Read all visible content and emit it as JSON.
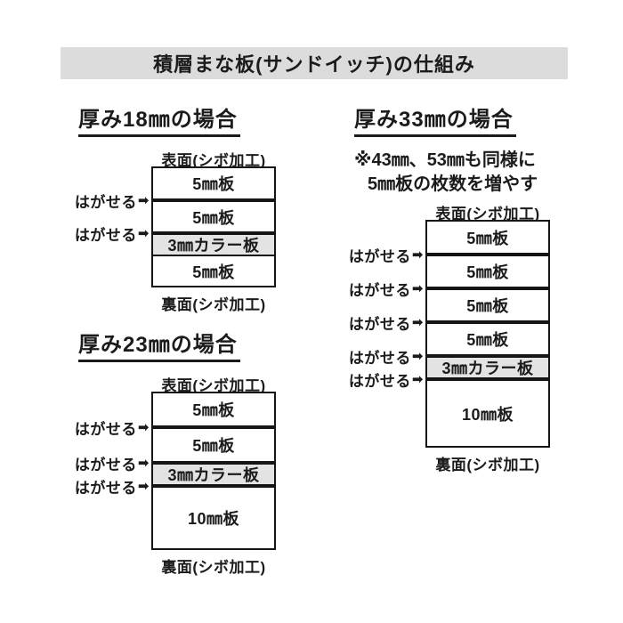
{
  "title": "積層まな板(サンドイッチ)の仕組み",
  "labels": {
    "surface": "表面(シボ加工)",
    "back": "裏面(シボ加工)",
    "peel": "はがせる",
    "peel_arrow": "➡"
  },
  "colors": {
    "banner_bg": "#dcdcdc",
    "color_board_bg": "#e3e3e3",
    "line": "#151515"
  },
  "diagrams": [
    {
      "heading": "厚み18㎜の場合",
      "note_lines": [],
      "layers": [
        {
          "label": "5㎜板",
          "mm": 5,
          "color": false,
          "peel_below": true
        },
        {
          "label": "5㎜板",
          "mm": 5,
          "color": false,
          "peel_below": true
        },
        {
          "label": "3㎜カラー板",
          "mm": 3,
          "color": true,
          "peel_below": false
        },
        {
          "label": "5㎜板",
          "mm": 5,
          "color": false
        }
      ]
    },
    {
      "heading": "厚み23㎜の場合",
      "note_lines": [],
      "layers": [
        {
          "label": "5㎜板",
          "mm": 5,
          "color": false,
          "peel_below": true
        },
        {
          "label": "5㎜板",
          "mm": 5,
          "color": false,
          "peel_below": true
        },
        {
          "label": "3㎜カラー板",
          "mm": 3,
          "color": true,
          "peel_below": true
        },
        {
          "label": "10㎜板",
          "mm": 10,
          "color": false
        }
      ]
    },
    {
      "heading": "厚み33㎜の場合",
      "note_lines": [
        "※43㎜、53㎜も同様に",
        "5㎜板の枚数を増やす"
      ],
      "layers": [
        {
          "label": "5㎜板",
          "mm": 5,
          "color": false,
          "peel_below": true
        },
        {
          "label": "5㎜板",
          "mm": 5,
          "color": false,
          "peel_below": true
        },
        {
          "label": "5㎜板",
          "mm": 5,
          "color": false,
          "peel_below": true
        },
        {
          "label": "5㎜板",
          "mm": 5,
          "color": false,
          "peel_below": true
        },
        {
          "label": "3㎜カラー板",
          "mm": 3,
          "color": true,
          "peel_below": true
        },
        {
          "label": "10㎜板",
          "mm": 10,
          "color": false
        }
      ]
    }
  ]
}
